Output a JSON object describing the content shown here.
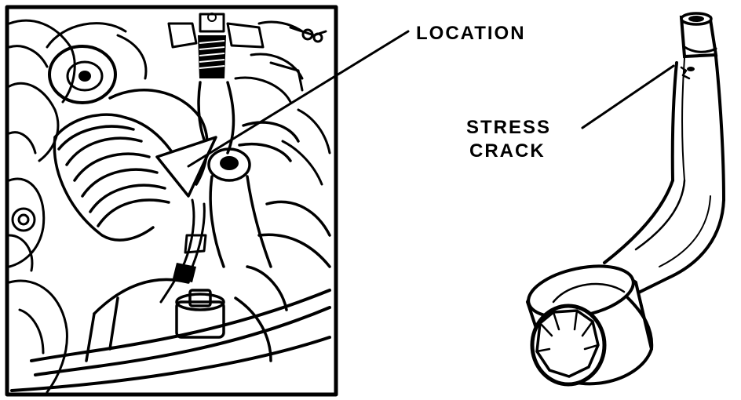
{
  "labels": {
    "location": "LOCATION",
    "stress_line1": "STRESS",
    "stress_line2": "CRACK"
  },
  "colors": {
    "ink": "#000000",
    "background": "#ffffff"
  }
}
